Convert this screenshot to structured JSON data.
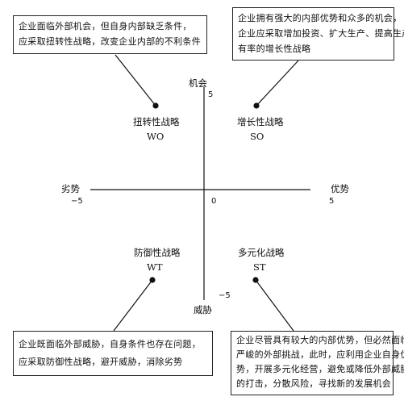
{
  "axes": {
    "top_label": "机会",
    "bottom_label": "威胁",
    "left_label": "劣势",
    "right_label": "优势",
    "top_value": "5",
    "bottom_value": "−5",
    "left_value": "−5",
    "right_value": "5",
    "origin_value": "0"
  },
  "quadrants": {
    "wo": {
      "name": "扭转性战略",
      "code": "WO",
      "description_lines": [
        "企业面临外部机会，但自身内部缺乏条件，",
        "应采取扭转性战略，改变企业内部的不利条件"
      ]
    },
    "so": {
      "name": "增长性战略",
      "code": "SO",
      "description_lines": [
        "企业拥有强大的内部优势和众多的机会，",
        "企业应采取增加投资、扩大生产、提高生产占",
        "有率的增长性战略"
      ]
    },
    "wt": {
      "name": "防御性战略",
      "code": "WT",
      "description_lines": [
        "企业既面临外部威胁，自身条件也存在问题，",
        "应采取防御性战略，避开威胁，消除劣势"
      ]
    },
    "st": {
      "name": "多元化战略",
      "code": "ST",
      "description_lines": [
        "企业尽管具有较大的内部优势，但必然面临",
        "严峻的外部挑战，此时，应利用企业自身优",
        "势，开展多元化经营，避免或降低外部威胁",
        "的打击，分散风险，寻找新的发展机会"
      ]
    }
  }
}
